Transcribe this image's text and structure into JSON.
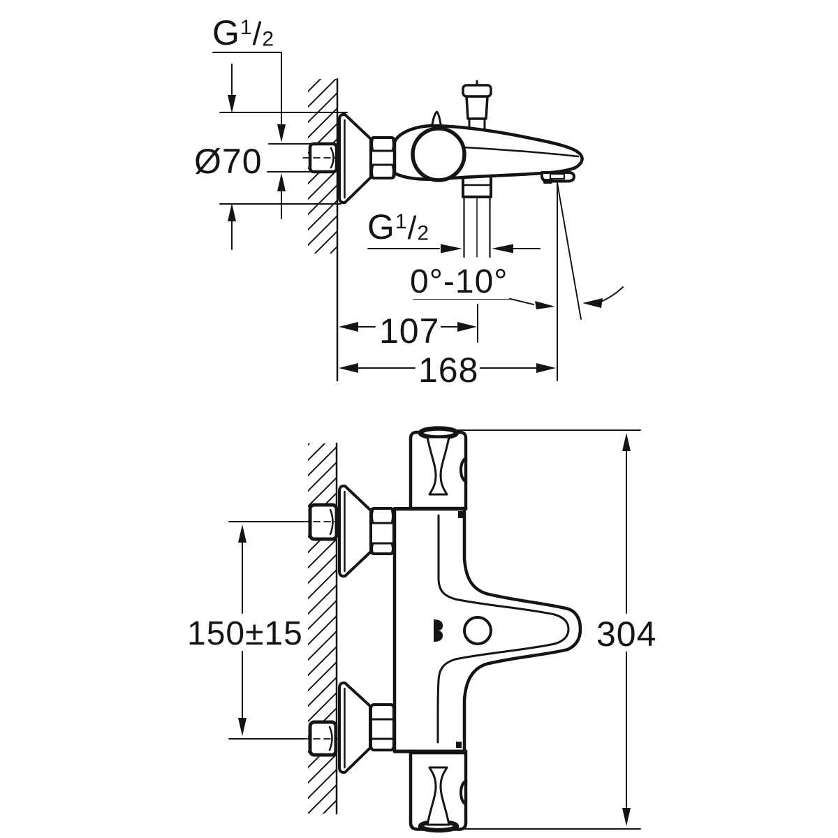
{
  "page": {
    "background": "#ffffff",
    "line_color": "#141414"
  },
  "views": {
    "side": {
      "description": "side elevation of wall-mounted thermostatic bath mixer"
    },
    "front": {
      "description": "front elevation of wall-mounted thermostatic bath mixer"
    }
  },
  "labels": {
    "thread_top": {
      "prefix": "G",
      "numerator": "1",
      "slash": "/",
      "denominator": "2"
    },
    "thread_spout": {
      "prefix": "G",
      "numerator": "1",
      "slash": "/",
      "denominator": "2"
    },
    "escutcheon_diameter": "Ø70",
    "spout_angle": "0°-10°",
    "wall_to_pipe_center": "107",
    "wall_to_outlet": "168",
    "inlet_center_distance": "150±15",
    "overall_height": "304"
  }
}
